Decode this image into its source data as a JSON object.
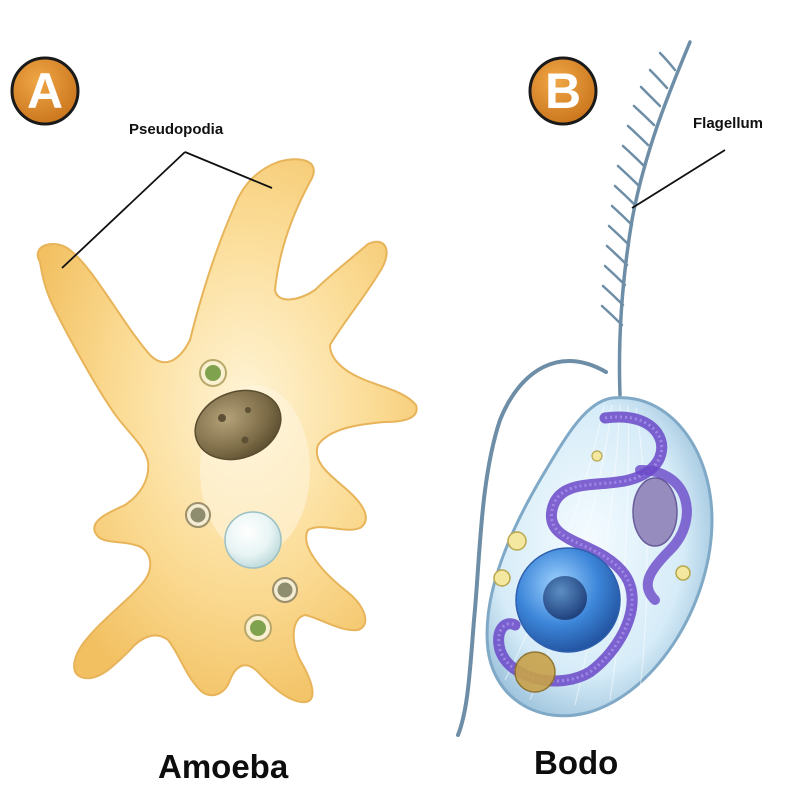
{
  "colors": {
    "badge_fill": "#d98b2b",
    "amoeba_body": "#f7d17e",
    "bodo_membrane": "#9bc4e0",
    "bodo_nucleus": "#2f73c9",
    "chromatin": "#6a48c8",
    "flagellum": "#6d8ea6"
  },
  "panels": [
    {
      "badge": "A",
      "caption": "Amoeba",
      "callout": "Pseudopodia"
    },
    {
      "badge": "B",
      "caption": "Bodo",
      "callout": "Flagellum"
    }
  ]
}
